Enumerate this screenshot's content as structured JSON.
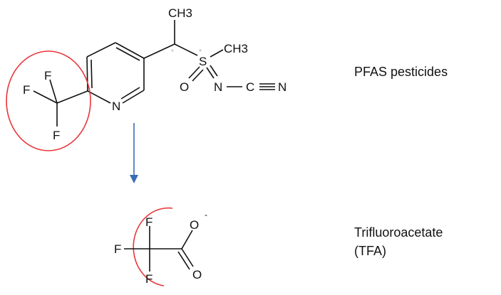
{
  "labels": {
    "pfas": "PFAS pesticides",
    "tfa_name": "Trifluoroacetate",
    "tfa_abbr": "(TFA)"
  },
  "molecule_top": {
    "atoms": {
      "f1": "F",
      "f2": "F",
      "f3": "F",
      "n_ring": "N",
      "ch3_top": "CH3",
      "ch3_right": "CH3",
      "s": "S",
      "o": "O",
      "n": "N",
      "c": "C",
      "n_end": "N"
    }
  },
  "molecule_bottom": {
    "atoms": {
      "f1": "F",
      "f2": "F",
      "f3": "F",
      "o_top": "O",
      "charge": "-",
      "o_bottom": "O"
    }
  },
  "colors": {
    "highlight": "#e8363a",
    "arrow": "#3a6db5",
    "bond": "#111111",
    "stereo": "#aaaaaa"
  }
}
